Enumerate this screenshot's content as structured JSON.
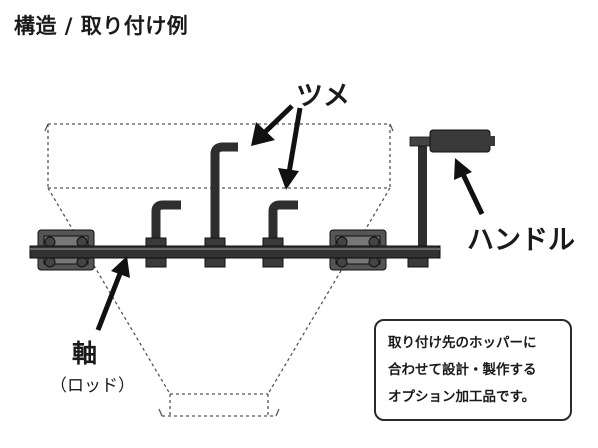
{
  "title": "構造 / 取り付け例",
  "labels": {
    "tsume": "ツメ",
    "handle": "ハンドル",
    "axis": "軸",
    "axis_sub": "（ロッド）"
  },
  "note": {
    "lines": [
      "取り付け先のホッパーに",
      "合わせて設計・製作する",
      "オプション加工品です。"
    ]
  }
}
